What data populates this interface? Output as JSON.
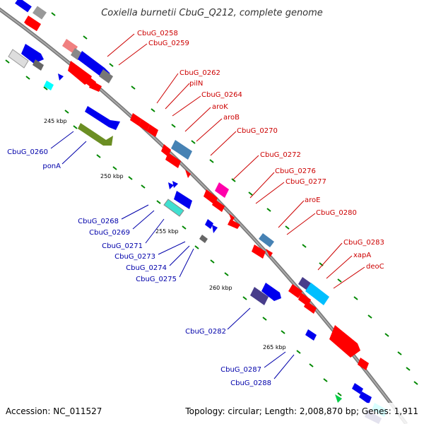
{
  "title": "Coxiella burnetii CbuG_Q212, complete genome",
  "accession": "Accession: NC_011527",
  "summary": "Topology: circular; Length: 2,008,870 bp; Genes: 1,911",
  "kbp_marks": [
    "245 kbp",
    "250 kbp",
    "255 kbp",
    "260 kbp",
    "265 kbp"
  ],
  "forward_labels": [
    "CbuG_0258",
    "CbuG_0259",
    "CbuG_0262",
    "pilN",
    "CbuG_0264",
    "aroK",
    "aroB",
    "CbuG_0270",
    "CbuG_0272",
    "CbuG_0276",
    "CbuG_0277",
    "aroE",
    "CbuG_0280",
    "CbuG_0283",
    "xapA",
    "deoC"
  ],
  "reverse_labels": [
    "CbuG_0260",
    "ponA",
    "CbuG_0268",
    "CbuG_0269",
    "CbuG_0271",
    "CbuG_0273",
    "CbuG_0274",
    "CbuG_0275",
    "CbuG_0282",
    "CbuG_0287",
    "CbuG_0288"
  ],
  "colors": {
    "forward_gene": "#ff0000",
    "forward_pseudo": "#f08080",
    "reverse_gene": "#0000ee",
    "backbone": "#888888",
    "tick": "#008800",
    "label_forward": "#cc0000",
    "label_reverse": "#0000aa"
  }
}
